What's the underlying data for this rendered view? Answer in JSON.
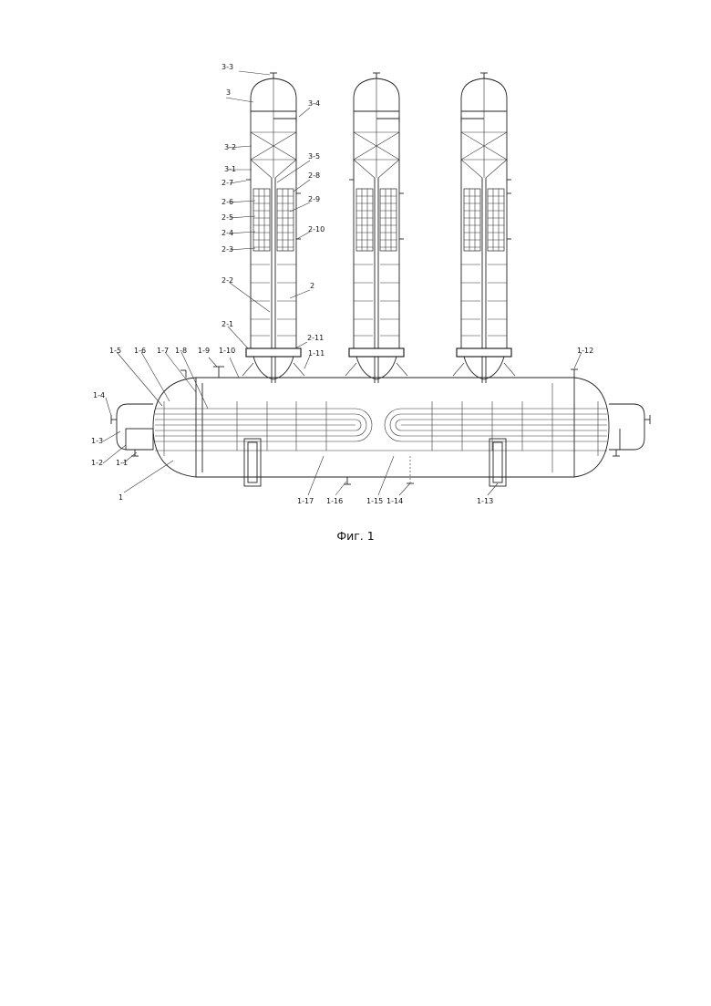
{
  "figure": {
    "caption": "Фиг. 1",
    "labels": {
      "l3_3": "3-3",
      "l3": "3",
      "l3_4": "3-4",
      "l3_2": "3-2",
      "l3_1": "3-1",
      "l3_5": "3-5",
      "l2_7": "2-7",
      "l2_8": "2-8",
      "l2_6": "2-6",
      "l2_9": "2-9",
      "l2_5": "2-5",
      "l2_4": "2-4",
      "l2_10": "2-10",
      "l2_3": "2-3",
      "l2_2": "2-2",
      "l2": "2",
      "l2_1": "2-1",
      "l2_11": "2-11",
      "l1_5": "1-5",
      "l1_6": "1-6",
      "l1_7": "1-7",
      "l1_8": "1-8",
      "l1_9": "1-9",
      "l1_10": "1-10",
      "l1_11": "1-11",
      "l1_12": "1-12",
      "l1_4": "1-4",
      "l1_3": "1-3",
      "l1_2": "1-2",
      "l1_1": "1-1",
      "l1": "1",
      "l1_17": "1-17",
      "l1_16": "1-16",
      "l1_15": "1-15",
      "l1_14": "1-14",
      "l1_13": "1-13"
    }
  }
}
